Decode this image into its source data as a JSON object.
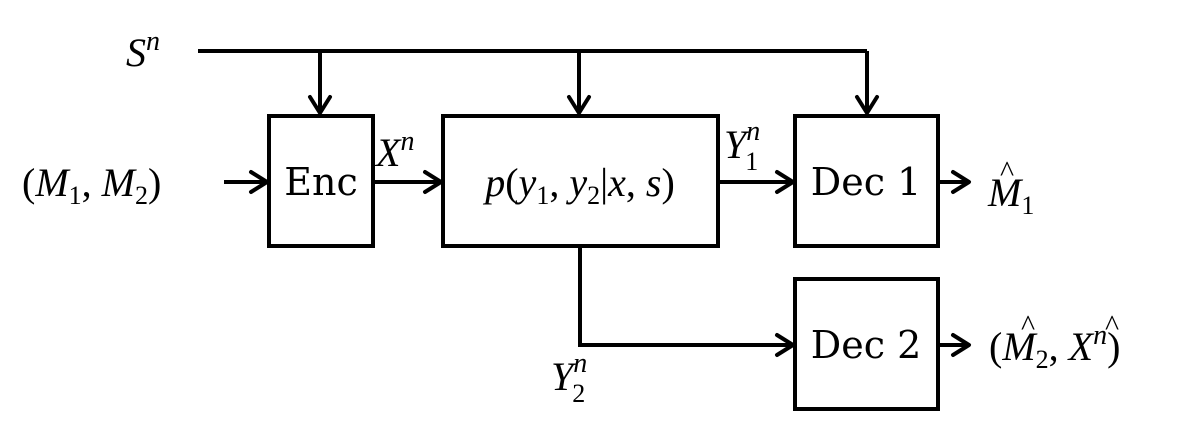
{
  "blocks": {
    "encoder": "Enc",
    "channel": "p(y1, y2|x, s)",
    "decoder1": "Dec 1",
    "decoder2": "Dec 2"
  },
  "signals": {
    "state": "S^n",
    "messages_in": "(M1, M2)",
    "channel_input": "X^n",
    "output1": "Y1^n",
    "output2": "Y2^n",
    "decoded1": "M̂1",
    "decoded2": "(M̂2, X̂^n)"
  }
}
